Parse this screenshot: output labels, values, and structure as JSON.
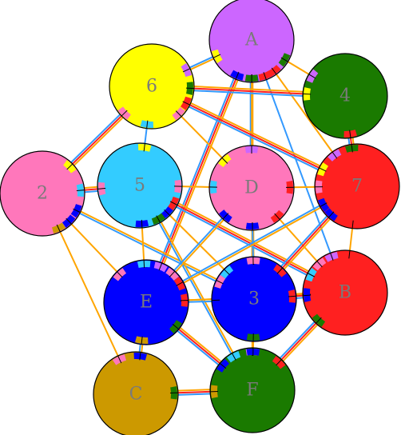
{
  "colors": {
    "orange": "#ffa500",
    "red": "#ff2020",
    "blue": "#3399ff",
    "purple": "#cc66ff",
    "yellow": "#ffff00",
    "green": "#1a7a00",
    "pink": "#ff77bb",
    "sky": "#33ccff",
    "navy": "#0000ff",
    "mustard": "#cc9900",
    "stroke": "#000000",
    "label": "#7a7a7a"
  },
  "nodes": [
    {
      "id": "A",
      "label": "A",
      "color": "purple"
    },
    {
      "id": "6",
      "label": "6",
      "color": "yellow"
    },
    {
      "id": "4",
      "label": "4",
      "color": "green"
    },
    {
      "id": "2",
      "label": "2",
      "color": "pink"
    },
    {
      "id": "5",
      "label": "5",
      "color": "sky"
    },
    {
      "id": "D",
      "label": "D",
      "color": "pink"
    },
    {
      "id": "7",
      "label": "7",
      "color": "red"
    },
    {
      "id": "E",
      "label": "E",
      "color": "navy"
    },
    {
      "id": "3",
      "label": "3",
      "color": "navy"
    },
    {
      "id": "B",
      "label": "B",
      "color": "red"
    },
    {
      "id": "C",
      "label": "C",
      "color": "mustard"
    },
    {
      "id": "F",
      "label": "F",
      "color": "green"
    }
  ],
  "edges": [
    {
      "from": "A",
      "to": "6",
      "colors": [
        "orange",
        "blue"
      ]
    },
    {
      "from": "A",
      "to": "4",
      "colors": [
        "orange"
      ]
    },
    {
      "from": "A",
      "to": "D",
      "colors": [
        "orange",
        "blue"
      ]
    },
    {
      "from": "A",
      "to": "7",
      "colors": [
        "orange"
      ]
    },
    {
      "from": "A",
      "to": "E",
      "colors": [
        "orange",
        "red",
        "blue"
      ]
    },
    {
      "from": "A",
      "to": "3",
      "colors": [
        "orange"
      ]
    },
    {
      "from": "A",
      "to": "B",
      "colors": [
        "blue"
      ]
    },
    {
      "from": "A",
      "to": "F",
      "colors": [
        "orange"
      ]
    },
    {
      "from": "6",
      "to": "4",
      "colors": [
        "orange",
        "red",
        "blue"
      ]
    },
    {
      "from": "6",
      "to": "2",
      "colors": [
        "orange",
        "red",
        "blue"
      ]
    },
    {
      "from": "6",
      "to": "5",
      "colors": [
        "blue"
      ]
    },
    {
      "from": "6",
      "to": "D",
      "colors": [
        "orange"
      ]
    },
    {
      "from": "6",
      "to": "7",
      "colors": [
        "orange",
        "red",
        "blue"
      ]
    },
    {
      "from": "4",
      "to": "7",
      "colors": [
        "orange",
        "red",
        "blue"
      ]
    },
    {
      "from": "2",
      "to": "5",
      "colors": [
        "orange",
        "red",
        "blue"
      ]
    },
    {
      "from": "2",
      "to": "E",
      "colors": [
        "orange"
      ]
    },
    {
      "from": "2",
      "to": "3",
      "colors": [
        "orange",
        "blue"
      ]
    },
    {
      "from": "2",
      "to": "C",
      "colors": [
        "orange"
      ]
    },
    {
      "from": "5",
      "to": "D",
      "colors": [
        "orange"
      ]
    },
    {
      "from": "5",
      "to": "E",
      "colors": [
        "orange"
      ]
    },
    {
      "from": "5",
      "to": "3",
      "colors": [
        "orange"
      ]
    },
    {
      "from": "5",
      "to": "B",
      "colors": [
        "orange",
        "red",
        "blue"
      ]
    },
    {
      "from": "5",
      "to": "F",
      "colors": [
        "orange",
        "blue"
      ]
    },
    {
      "from": "D",
      "to": "7",
      "colors": [
        "orange"
      ]
    },
    {
      "from": "D",
      "to": "E",
      "colors": [
        "orange",
        "blue"
      ]
    },
    {
      "from": "D",
      "to": "3",
      "colors": [
        "blue"
      ]
    },
    {
      "from": "D",
      "to": "B",
      "colors": [
        "orange"
      ]
    },
    {
      "from": "7",
      "to": "3",
      "colors": [
        "orange",
        "red",
        "blue"
      ]
    },
    {
      "from": "7",
      "to": "B",
      "colors": [
        "orange"
      ]
    },
    {
      "from": "7",
      "to": "E",
      "colors": [
        "orange",
        "blue"
      ]
    },
    {
      "from": "E",
      "to": "3",
      "colors": [
        "orange",
        "blue"
      ]
    },
    {
      "from": "E",
      "to": "B",
      "colors": [
        "orange"
      ]
    },
    {
      "from": "E",
      "to": "C",
      "colors": [
        "orange",
        "blue"
      ]
    },
    {
      "from": "E",
      "to": "F",
      "colors": [
        "orange",
        "red",
        "blue"
      ]
    },
    {
      "from": "3",
      "to": "B",
      "colors": [
        "orange",
        "red",
        "blue"
      ]
    },
    {
      "from": "3",
      "to": "F",
      "colors": [
        "orange"
      ]
    },
    {
      "from": "B",
      "to": "F",
      "colors": [
        "orange",
        "red",
        "blue"
      ]
    },
    {
      "from": "C",
      "to": "F",
      "colors": [
        "orange",
        "red",
        "blue"
      ]
    }
  ]
}
